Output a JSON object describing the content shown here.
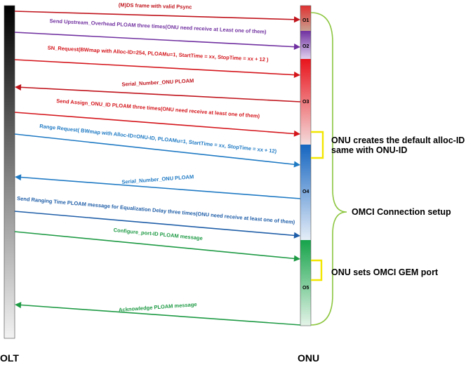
{
  "participants": {
    "olt": "OLT",
    "onu": "ONU"
  },
  "states": [
    "O1",
    "O2",
    "O3",
    "O4",
    "O5"
  ],
  "messages": [
    {
      "text": "(M)DS frame with valid Psync",
      "color": "#c0141c"
    },
    {
      "text": "Send Upstream_Overhead PLOAM three times(ONU need receive at Least one of them)",
      "color": "#7030a0"
    },
    {
      "text": "SN_Request(BWmap with Alloc-ID=254, PLOAMu=1, StartTime = xx, StopTime = xx + 12 )",
      "color": "#d4151b"
    },
    {
      "text": "Serial_Number_ONU PLOAM",
      "color": "#c0141c"
    },
    {
      "text": "Send Assign_ONU_ID PLOAM three times(ONU need receive at least one of them)",
      "color": "#d4151b"
    },
    {
      "text": "Range Request( BWmap with Alloc-ID=ONU-ID, PLOAMu=1, StartTime = xx, StopTime = xx + 12)",
      "color": "#1f7ac4"
    },
    {
      "text": "Serial_Number_ONU PLOAM",
      "color": "#1f7ac4"
    },
    {
      "text": "Send Ranging Time PLOAM message for Equalization Delay three times(ONU need receive at least one of them)",
      "color": "#1f5ea8"
    },
    {
      "text": "Configure_port-ID PLOAM message",
      "color": "#1e9a44"
    },
    {
      "text": "Acknowledge PLOAM message",
      "color": "#1e9a44"
    }
  ],
  "annotations": {
    "alloc_line1": "ONU creates the default alloc-ID",
    "alloc_line2": "same with ONU-ID",
    "omci_connection": "OMCI Connection setup",
    "gem_port": "ONU sets OMCI GEM port"
  },
  "colors": {
    "red": "#c0141c",
    "purple": "#7030a0",
    "blue": "#1f7ac4",
    "green": "#1e9a44",
    "highlight": "#f2e600",
    "brace": "#8cc63f"
  }
}
